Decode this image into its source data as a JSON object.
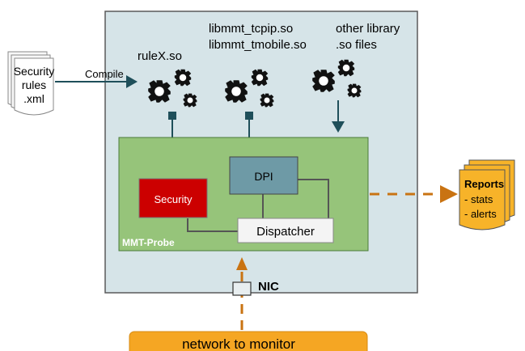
{
  "input_file": {
    "lines": [
      "Security",
      "rules",
      ".xml"
    ]
  },
  "compile_label": "Compile",
  "libraries": {
    "rule": "ruleX.so",
    "mmt_line1": "libmmt_tcpip.so",
    "mmt_line2": "libmmt_tmobile.so",
    "other_line1": "other library",
    "other_line2": ".so files"
  },
  "probe": {
    "label": "MMT-Probe",
    "security": "Security",
    "dpi": "DPI",
    "dispatcher": "Dispatcher"
  },
  "reports": {
    "title": "Reports",
    "items": [
      "- stats",
      "- alerts"
    ]
  },
  "nic_label": "NIC",
  "network_label": "network to monitor",
  "colors": {
    "outer_box": "#d6e4e8",
    "probe_box": "#96c47a",
    "security_box": "#cc0000",
    "dpi_box": "#6e9aa6",
    "dispatcher_box": "#f4f4f4",
    "arrow_dark": "#1f4f5a",
    "arrow_orange": "#c97312",
    "reports_fill": "#f7b329",
    "network_fill": "#f5a623"
  }
}
